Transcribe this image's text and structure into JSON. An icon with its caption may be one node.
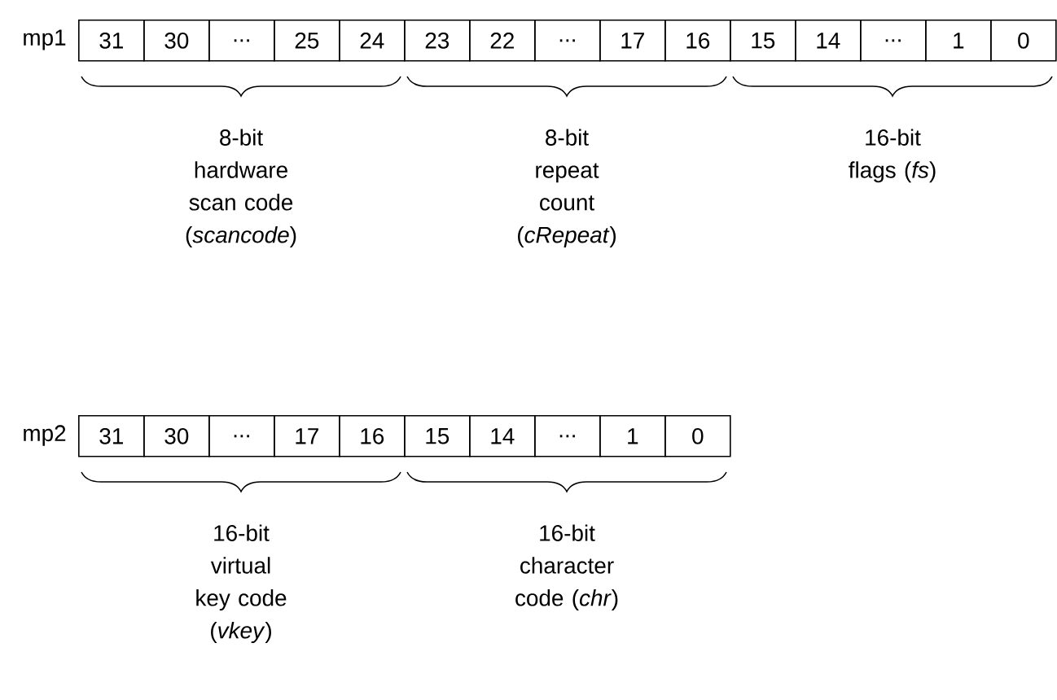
{
  "diagram": {
    "labels": [
      "mp1",
      "31",
      "30",
      "...",
      "25",
      "24",
      "23",
      "22",
      "...",
      "17",
      "16",
      "15",
      "14",
      "...",
      "1",
      "0",
      "8-bit hardware scan code (*scancode*)",
      "8-bit repeat count (*cRepeat*)",
      "16-bit flags (*fs*)",
      "mp2",
      "31",
      "30",
      "...",
      "17",
      "16",
      "15",
      "14",
      "...",
      "1",
      "0",
      "16-bit virtual key code (*vkey*)",
      "16-bit character code (*chr*)"
    ]
  }
}
